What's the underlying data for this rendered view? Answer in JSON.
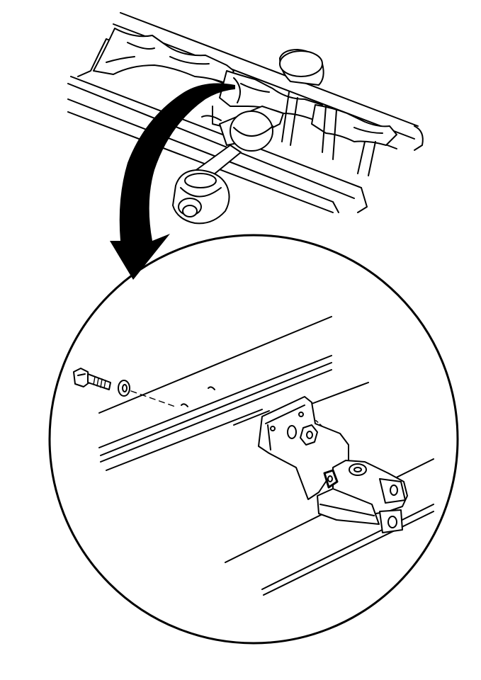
{
  "diagram": {
    "parts": [
      "frame-rail",
      "crossmember",
      "axle",
      "wheel-hub",
      "magnifier-arrow",
      "detail-circle",
      "bolt",
      "washer",
      "nut",
      "mounting-bracket",
      "sensor-module"
    ],
    "colors": {
      "ink": "#000000",
      "paper": "#ffffff"
    }
  }
}
